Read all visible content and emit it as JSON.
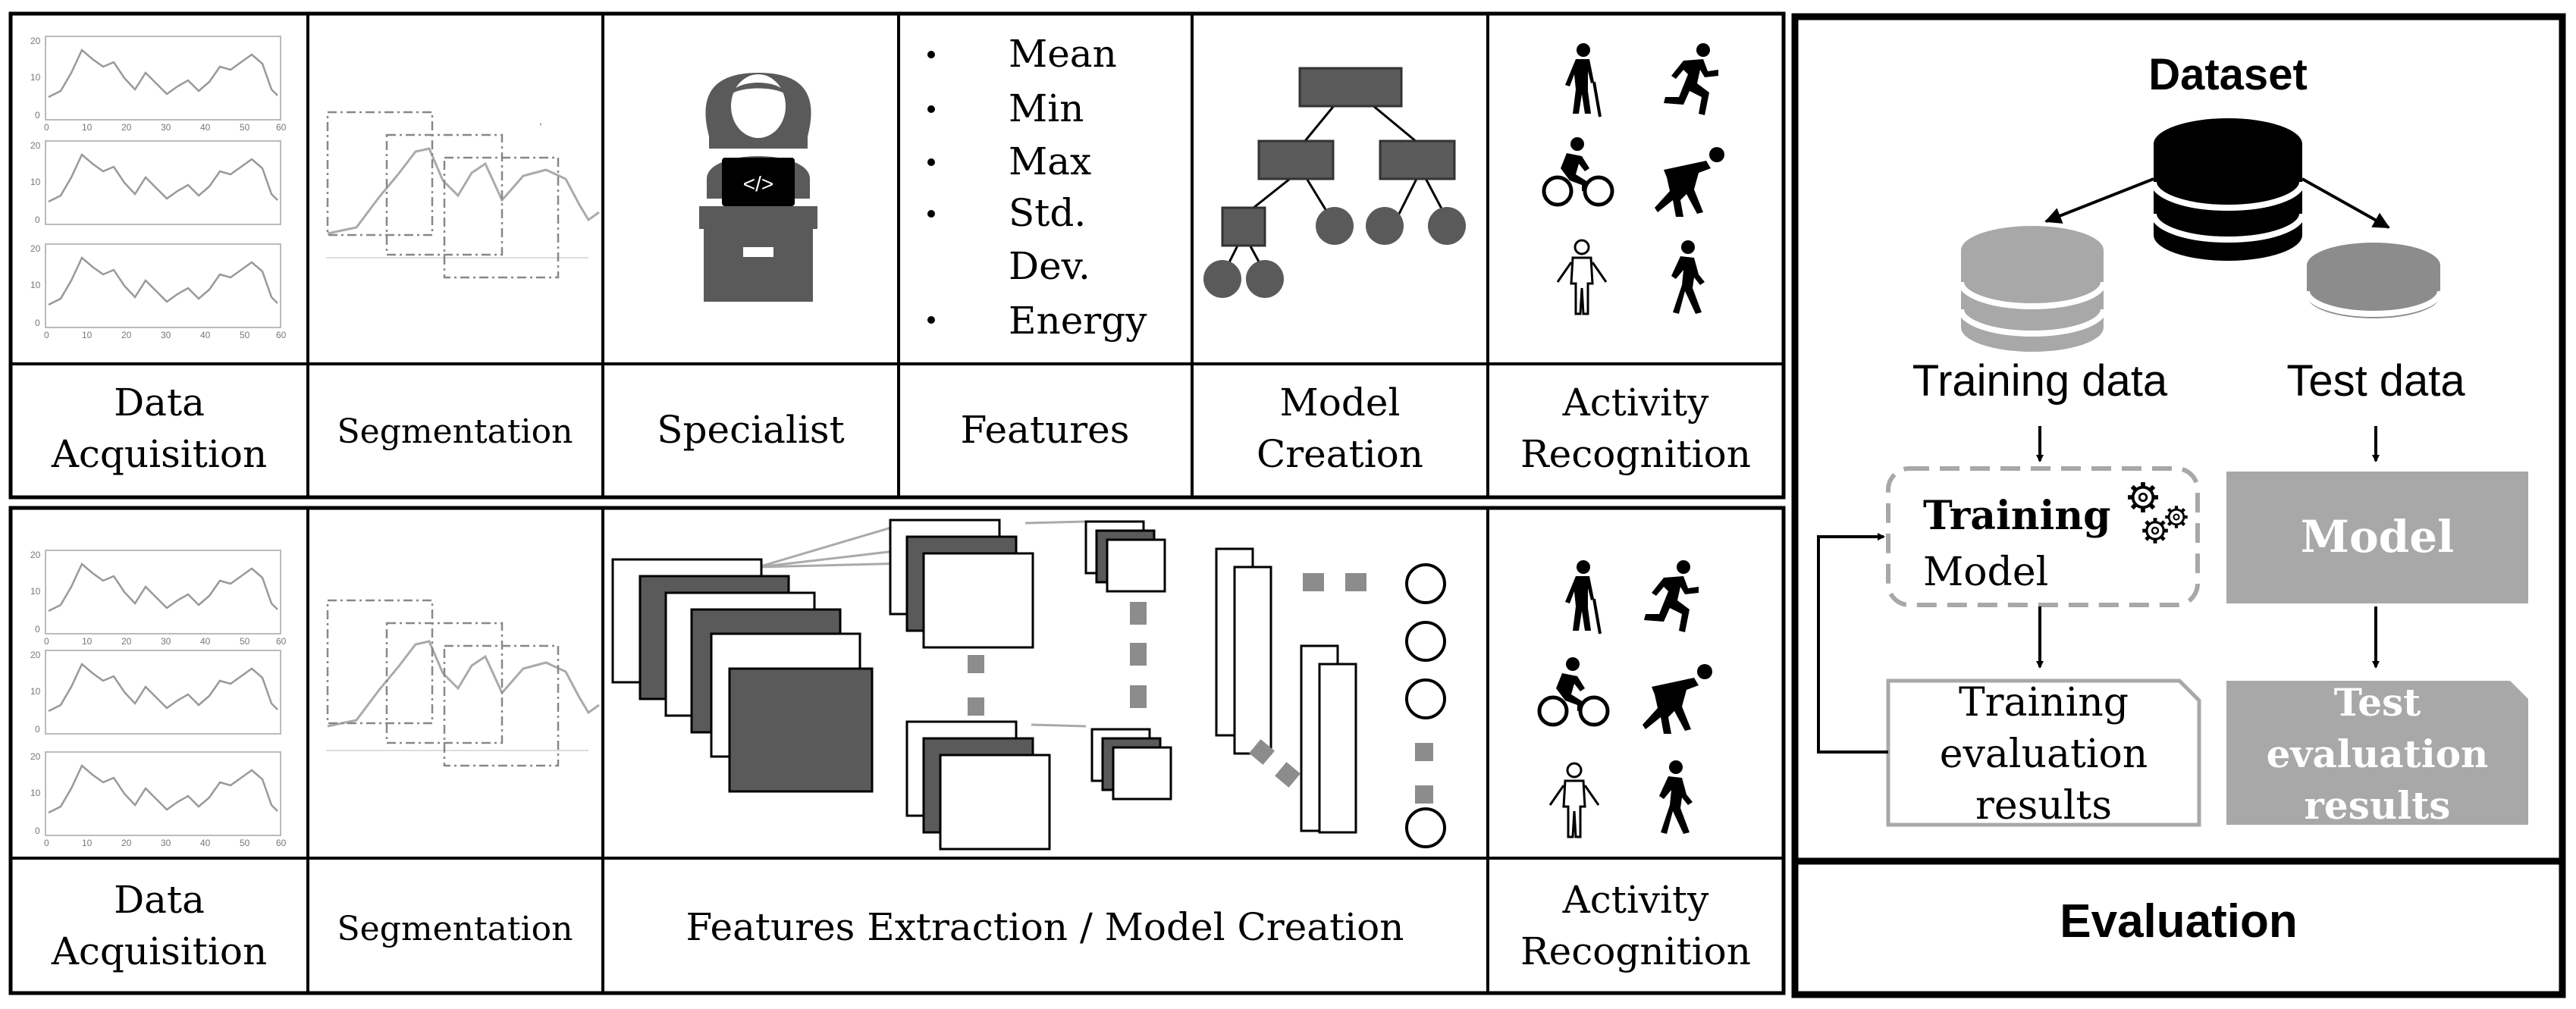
{
  "top_row": {
    "labels": [
      {
        "line1": "Data",
        "line2": "Acquisition"
      },
      {
        "line1": "Segmentation"
      },
      {
        "line1": "Specialist"
      },
      {
        "line1": "Features"
      },
      {
        "line1": "Model",
        "line2": "Creation"
      },
      {
        "line1": "Activity",
        "line2": "Recognition"
      }
    ],
    "features_list": [
      "Mean",
      "Min",
      "Max",
      "Std.",
      "Dev.",
      "Energy"
    ],
    "code_icon_text": "</>"
  },
  "bottom_row": {
    "labels": [
      {
        "line1": "Data",
        "line2": "Acquisition"
      },
      {
        "line1": "Segmentation"
      },
      {
        "line1": "Features Extraction / Model Creation"
      },
      {
        "line1": "Activity",
        "line2": "Recognition"
      }
    ]
  },
  "plot_ticks": {
    "y": [
      "20",
      "10",
      "0"
    ],
    "x": [
      "0",
      "10",
      "20",
      "30",
      "40",
      "50",
      "60"
    ]
  },
  "evaluation": {
    "title": "Evaluation",
    "dataset": "Dataset",
    "training_data": "Training data",
    "test_data": "Test data",
    "training_box": {
      "line1": "Training",
      "line2": "Model"
    },
    "model_box": "Model",
    "training_results": [
      "Training",
      "evaluation",
      "results"
    ],
    "test_results": [
      "Test",
      "evaluation",
      "results"
    ]
  },
  "colors": {
    "dark": "#5a5a5a",
    "mid": "#8c8c8c",
    "light": "#a8a8a8",
    "black": "#000000"
  }
}
